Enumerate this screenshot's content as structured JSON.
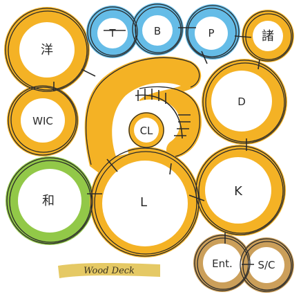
{
  "rooms": {
    "bedroom": "洋",
    "wic": "WIC",
    "tatami": "和",
    "toilet": "T",
    "bath": "B",
    "powder": "P",
    "storage": "諸",
    "dining": "D",
    "closet": "CL",
    "living": "L",
    "kitchen": "K",
    "entrance": "Ent.",
    "shoe_closet": "S/C"
  },
  "deck": {
    "label": "Wood Deck"
  },
  "colors": {
    "orange": "#f4ae1a",
    "blue": "#5db9e6",
    "green": "#8dc63f",
    "tan": "#c99a52",
    "ink": "#2a2a2a"
  }
}
